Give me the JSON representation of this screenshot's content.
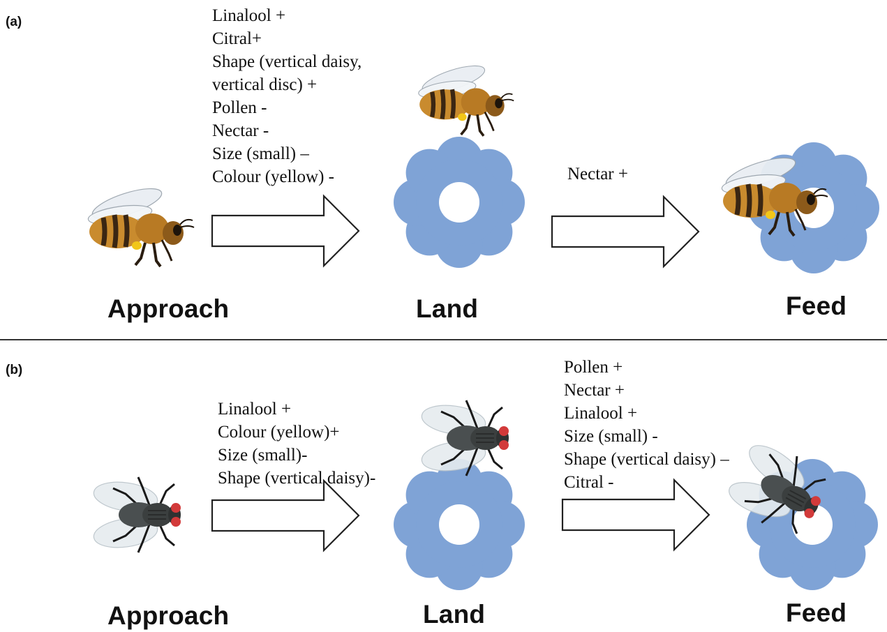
{
  "panel_a": {
    "label": "(a)",
    "stages": {
      "approach": "Approach",
      "land": "Land",
      "feed": "Feed"
    },
    "approach_to_land": [
      "Linalool +",
      "Citral+",
      "Shape (vertical daisy,",
      "vertical disc) +",
      "Pollen -",
      "Nectar -",
      "Size (small) –",
      "Colour (yellow) -"
    ],
    "land_to_feed": [
      "Nectar +"
    ]
  },
  "panel_b": {
    "label": "(b)",
    "stages": {
      "approach": "Approach",
      "land": "Land",
      "feed": "Feed"
    },
    "approach_to_land": [
      "Linalool +",
      "Colour (yellow)+",
      "Size (small)-",
      "Shape (vertical daisy)-"
    ],
    "land_to_feed": [
      "Pollen +",
      "Nectar +",
      "Linalool +",
      "Size (small) -",
      "Shape (vertical daisy) –",
      "Citral -"
    ]
  },
  "colors": {
    "flower": "#7fa3d6",
    "arrow_stroke": "#222222",
    "bee_body": "#c98b2e",
    "bee_stripe": "#3a2613",
    "fly_body": "#3b3f3f",
    "fly_eye": "#d23a3a"
  }
}
